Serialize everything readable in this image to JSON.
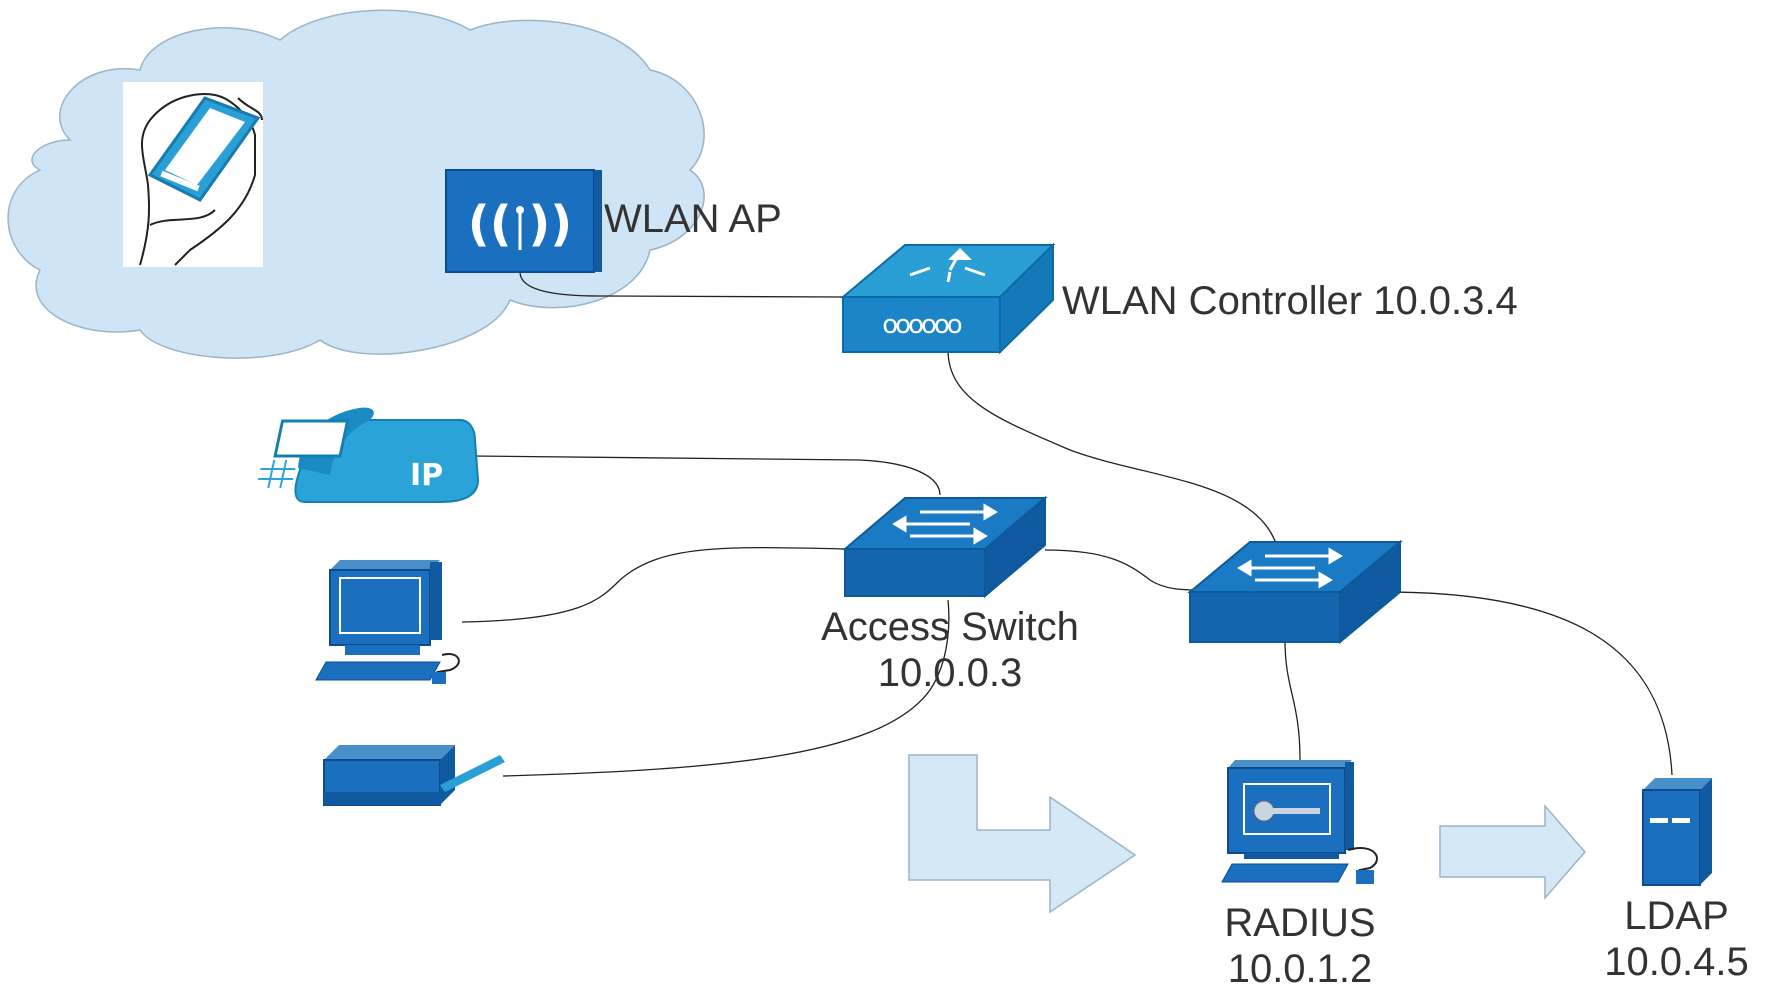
{
  "diagram": {
    "nodes": {
      "mobile_device": {
        "icon": "handheld-device-icon"
      },
      "wlan_ap": {
        "label": "WLAN AP",
        "icon": "wireless-access-point-icon"
      },
      "wlan_controller": {
        "label": "WLAN Controller 10.0.3.4",
        "icon": "wireless-lan-controller-icon"
      },
      "ip_phone": {
        "icon": "ip-phone-icon"
      },
      "workstation": {
        "icon": "workstation-icon"
      },
      "printer": {
        "icon": "printer-icon"
      },
      "access_switch": {
        "label_line1": "Access Switch",
        "label_line2": "10.0.0.3",
        "icon": "switch-icon"
      },
      "core_switch": {
        "icon": "switch-icon"
      },
      "radius": {
        "label_line1": "RADIUS",
        "label_line2": "10.0.1.2",
        "icon": "radius-server-icon"
      },
      "ldap": {
        "label_line1": "LDAP",
        "label_line2": "10.0.4.5",
        "icon": "ldap-server-icon"
      }
    },
    "colors": {
      "device_blue": "#1b6fbf",
      "device_light": "#2a9fd6",
      "cloud_fill": "#cfe4f4",
      "arrow_fill": "#d4e8f6",
      "label_text": "#333333"
    }
  }
}
